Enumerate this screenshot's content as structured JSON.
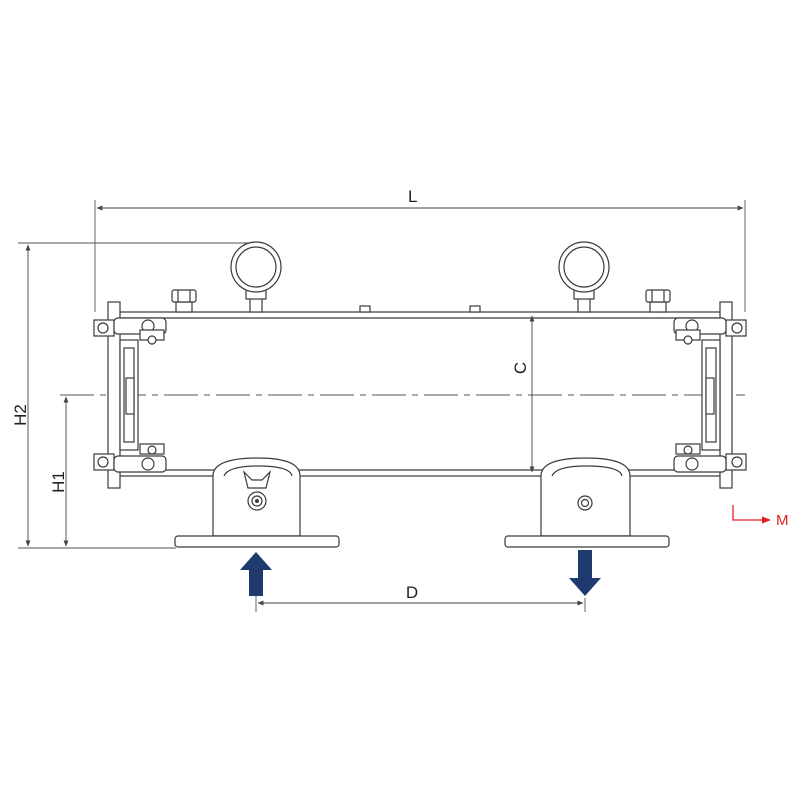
{
  "dimensions": {
    "L": "L",
    "H2": "H2",
    "H1": "H1",
    "C": "C",
    "D": "D"
  },
  "marker": {
    "label": "M",
    "color": "#e02020"
  },
  "flow": {
    "inlet_direction": "up",
    "outlet_direction": "down",
    "color": "#1e3a6e",
    "icon": "arrow-icon"
  }
}
